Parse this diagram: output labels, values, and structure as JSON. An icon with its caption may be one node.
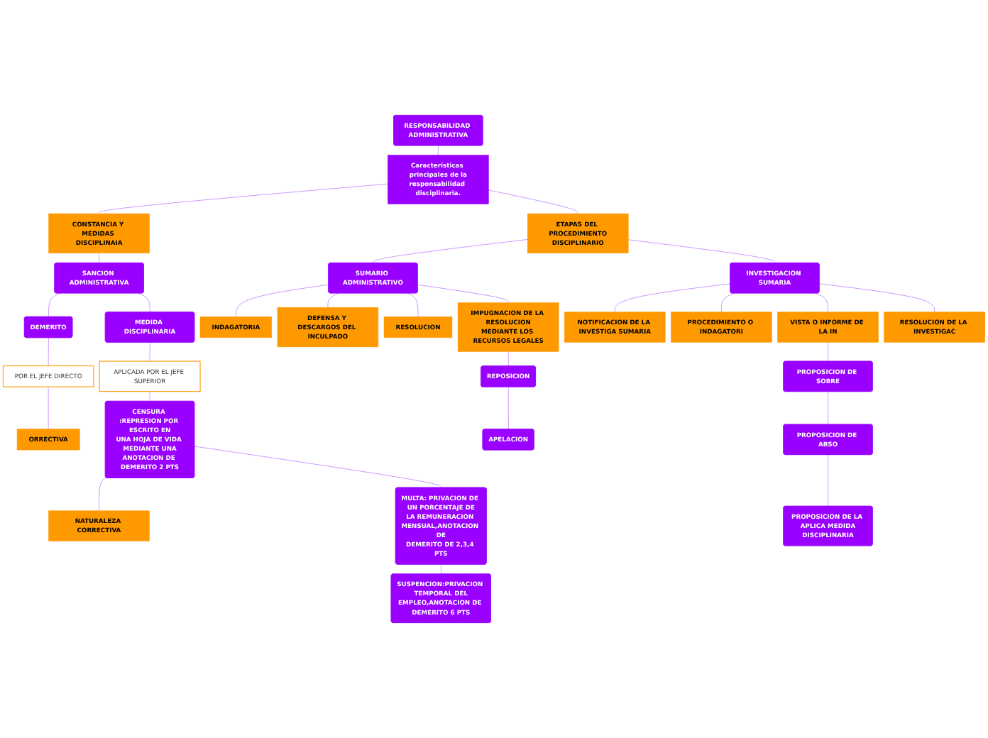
{
  "diagram": {
    "nodes": [
      {
        "text": [
          "RESPONSABILIDAD ADMINISTRATIVA"
        ]
      },
      {
        "text": [
          "Características principales de la responsabilidad disciplinaria."
        ]
      },
      {
        "text": [
          "CONSTANCIA Y MEDIDAS DISCIPLINAIA"
        ]
      },
      {
        "text": [
          "SANCION ADMINISTRATIVA"
        ]
      },
      {
        "text": [
          "DEMERITO"
        ]
      },
      {
        "text": [
          "POR EL JEFE DIRECTO"
        ]
      },
      {
        "text": [
          "ORRECTIVA"
        ]
      },
      {
        "text": [
          "MEDIDA DISCIPLINARIA"
        ]
      },
      {
        "text": [
          "APLICADA POR EL JEFE SUPERIOR"
        ]
      },
      {
        "text": [
          "CENSURA :REPRESION POR ESCRITO EN UNA HOJA DE VIDA MEDIANTE UNA ANOTACION DE DEMERITO 2 PTS"
        ]
      },
      {
        "text": [
          "NATURALEZA CORRECTIVA"
        ]
      },
      {
        "text": [
          "MULTA: PRIVACION DE UN PORCENTAJE DE LA REMUNERACION MENSUAL,ANOTACION DE DEMERITO DE 2,3,4 PTS"
        ]
      },
      {
        "text": [
          "SUSPENCION:PRIVACION TEMPORAL DEL EMPLEO,ANOTACION DE DEMERITO 6 PTS"
        ]
      },
      {
        "text": [
          "ETAPAS DEL PROCEDIMIENTO DISCIPLINARIO"
        ]
      },
      {
        "text": [
          "SUMARIO ADMINISTRATIVO"
        ]
      },
      {
        "text": [
          "INDAGATORIA"
        ]
      },
      {
        "text": [
          "DEFENSA Y DESCARGOS DEL INCULPADO"
        ]
      },
      {
        "text": [
          "RESOLUCION"
        ]
      },
      {
        "text": [
          "IMPUGNACION DE LA RESOLUCION MEDIANTE LOS RECURSOS LEGALES"
        ]
      },
      {
        "text": [
          "REPOSICION"
        ]
      },
      {
        "text": [
          "APELACION"
        ]
      },
      {
        "text": [
          "INVESTIGACION SUMARIA"
        ]
      },
      {
        "text": [
          "NOTIFICACION DE LA INVESTIGA SUMARIA"
        ]
      },
      {
        "text": [
          "PROCEDIMIENTO O INDAGATORI"
        ]
      },
      {
        "text": [
          "VISTA O INFORME DE LA IN"
        ]
      },
      {
        "text": [
          "PROPOSICION DE SOBRE"
        ]
      },
      {
        "text": [
          "PROPOSICION DE ABSO"
        ]
      },
      {
        "text": [
          "PROPOSICION DE LA APLICA MEDIDA DISCIPLINARIA"
        ]
      },
      {
        "text": [
          "RESOLUCION DE LA INVESTIGAC"
        ]
      }
    ],
    "edges": [
      {
        "from": 0,
        "to": 1,
        "arrow": "none"
      },
      {
        "from": 1,
        "to": 2,
        "arrow": "none"
      },
      {
        "from": 2,
        "to": 3,
        "arrow": "none"
      },
      {
        "from": 3,
        "to": 4,
        "arrow": "none"
      },
      {
        "from": 4,
        "to": 5,
        "arrow": "none"
      },
      {
        "from": 5,
        "to": 6,
        "arrow": "none"
      },
      {
        "from": 3,
        "to": 7,
        "arrow": "none"
      },
      {
        "from": 7,
        "to": 8,
        "arrow": "none"
      },
      {
        "from": 8,
        "to": 9,
        "arrow": "none"
      },
      {
        "from": 9,
        "to": 10,
        "arrow": "none"
      },
      {
        "from": 9,
        "to": 11,
        "arrow": "none"
      },
      {
        "from": 11,
        "to": 12,
        "arrow": "none"
      },
      {
        "from": 1,
        "to": 13,
        "arrow": "none"
      },
      {
        "from": 13,
        "to": 14,
        "arrow": "none"
      },
      {
        "from": 14,
        "to": 15,
        "arrow": "none"
      },
      {
        "from": 14,
        "to": 16,
        "arrow": "none"
      },
      {
        "from": 14,
        "to": 17,
        "arrow": "none"
      },
      {
        "from": 14,
        "to": 18,
        "arrow": "none"
      },
      {
        "from": 18,
        "to": 19,
        "arrow": "none"
      },
      {
        "from": 19,
        "to": 20,
        "arrow": "none"
      },
      {
        "from": 13,
        "to": 21,
        "arrow": "none"
      },
      {
        "from": 21,
        "to": 22,
        "arrow": "none"
      },
      {
        "from": 21,
        "to": 23,
        "arrow": "none"
      },
      {
        "from": 21,
        "to": 24,
        "arrow": "none"
      },
      {
        "from": 24,
        "to": 25,
        "arrow": "none"
      },
      {
        "from": 25,
        "to": 26,
        "arrow": "none"
      },
      {
        "from": 26,
        "to": 27,
        "arrow": "none"
      },
      {
        "from": 21,
        "to": 28,
        "arrow": "none"
      }
    ]
  }
}
